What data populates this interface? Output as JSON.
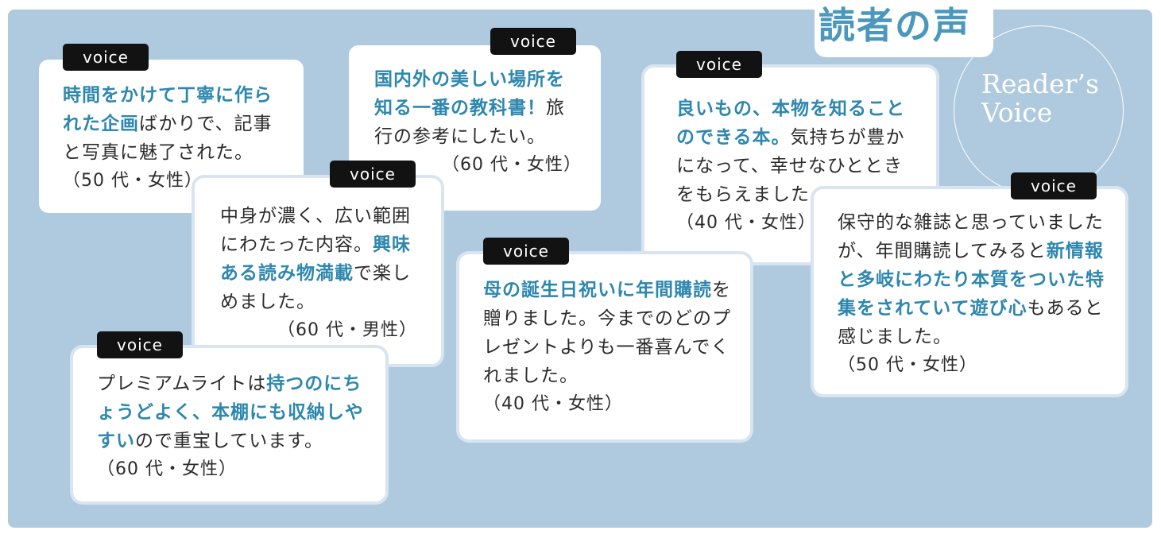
{
  "title": "読者の声",
  "subtitle": "Reader’s\nVoice",
  "badge_label": "voice",
  "accent_color": "#2d87ae",
  "background_color": "#afcadf",
  "cards": [
    {
      "highlight1": "時間をかけて丁寧に作られた企画",
      "text1": "ばかりで、記事と写真に魅了された。",
      "attribution": "（50 代・女性）"
    },
    {
      "highlight1": "国内外の美しい場所を知る一番の教科書！",
      "text1": "旅行の参考にしたい。",
      "attribution": "（60 代・女性）"
    },
    {
      "text0": "中身が濃く、広い範囲にわたった内容。",
      "highlight1": "興味ある読み物満載",
      "text1": "で楽しめました。",
      "attribution": "（60 代・男性）"
    },
    {
      "highlight1": "良いもの、本物を知ることのできる本。",
      "text1": "気持ちが豊かになって、幸せなひとときをもらえました。",
      "attribution": "（40 代・女性）"
    },
    {
      "highlight1": "母の誕生日祝いに年間購読",
      "text1": "を贈りました。今までのどのプレゼントよりも一番喜んでくれました。",
      "attribution": "（40 代・女性）"
    },
    {
      "text0": "保守的な雑誌と思っていましたが、年間購読してみると",
      "highlight1": "新情報と多岐にわたり本質をついた特集をされていて遊び心",
      "text1": "もあると感じました。",
      "attribution": "（50 代・女性）"
    },
    {
      "text0": "プレミアムライトは",
      "highlight1": "持つのにちょうどよく、本棚にも収納しやすい",
      "text1": "ので重宝しています。",
      "attribution": "（60 代・女性）"
    }
  ]
}
